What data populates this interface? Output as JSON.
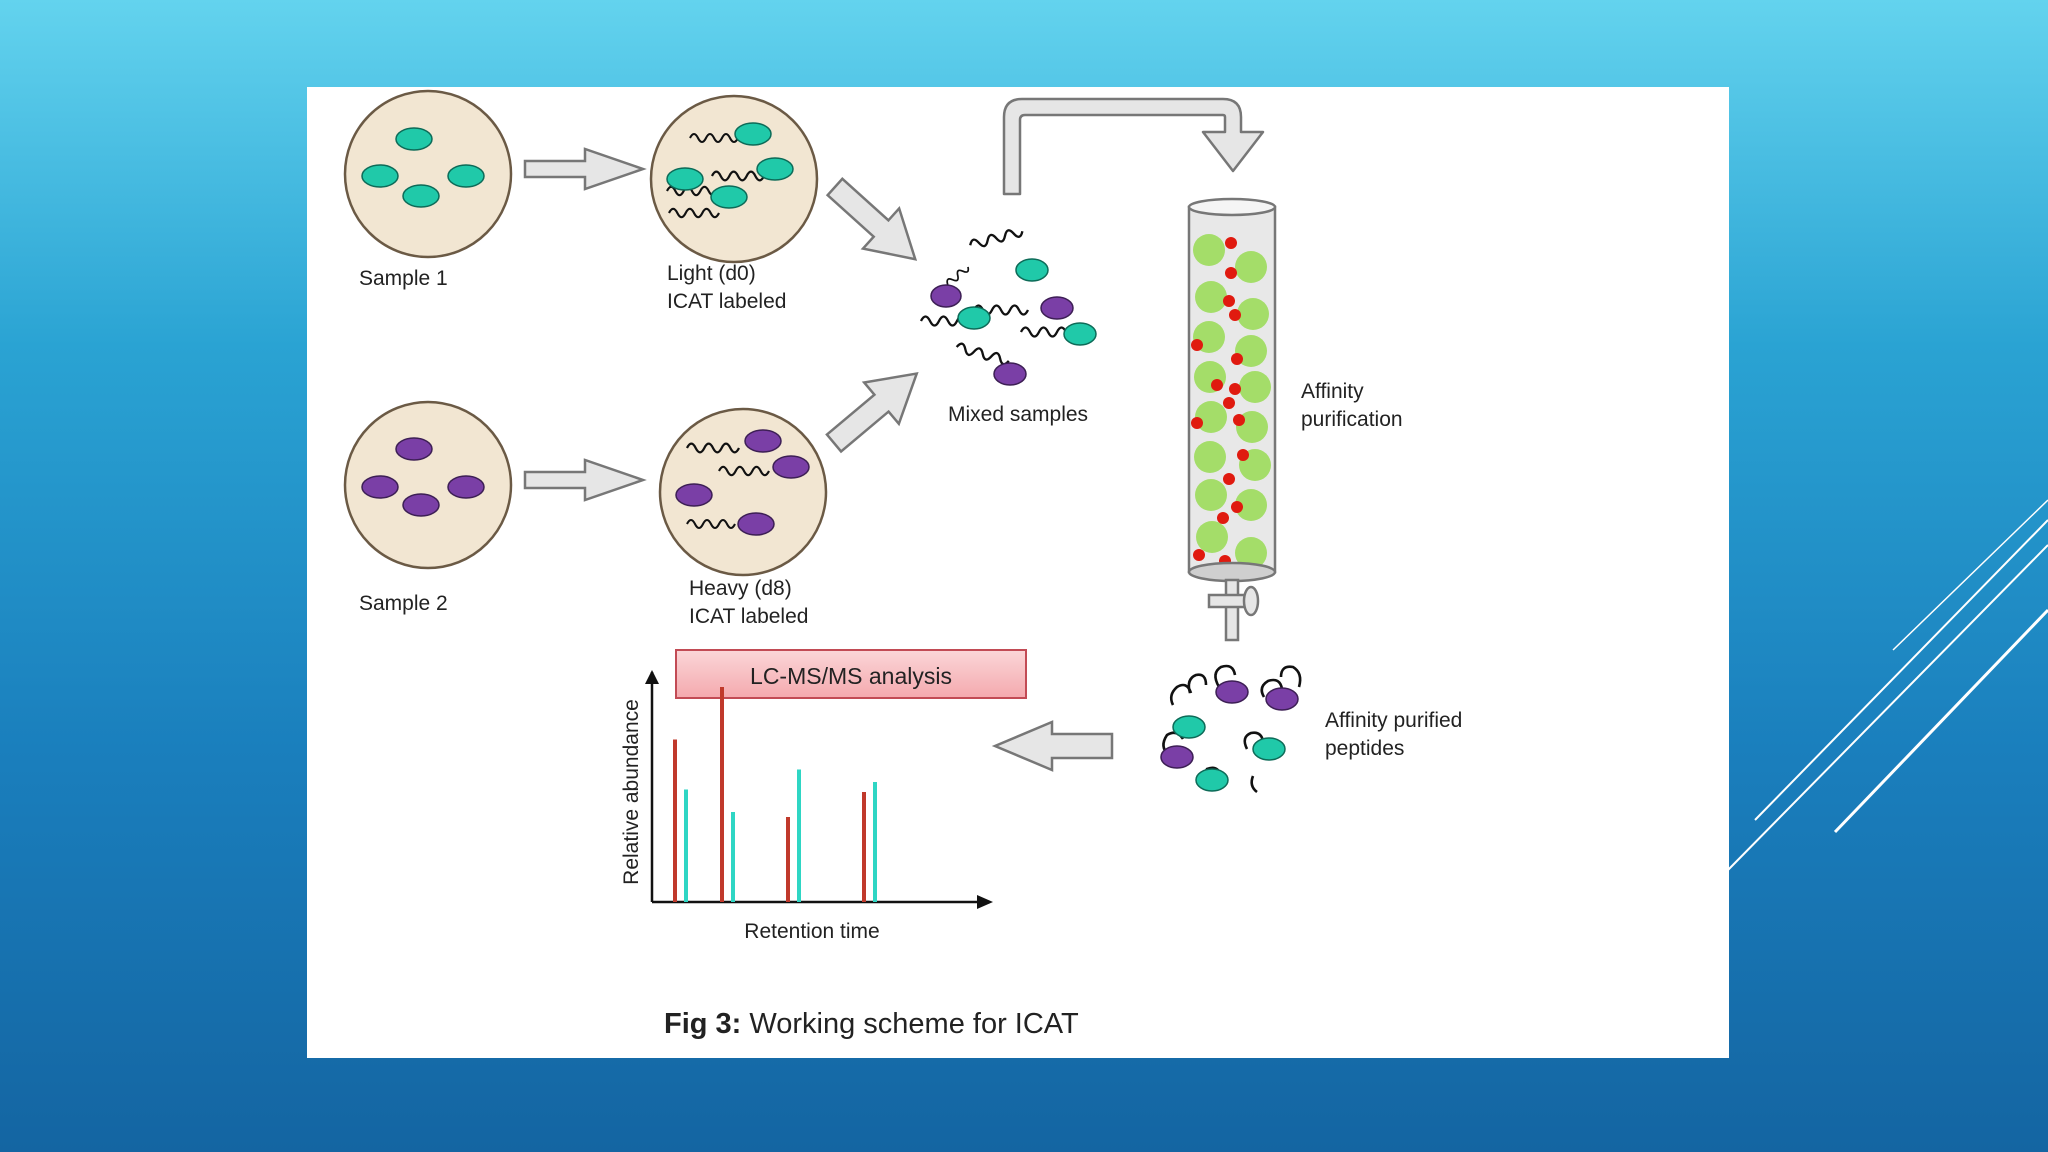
{
  "colors": {
    "background_top": "#63d3ee",
    "background_bottom": "#1465a2",
    "dish_fill": "#f2e6d2",
    "light_label_peptide": "#20c9a9",
    "heavy_label_peptide": "#7a3fa6",
    "bead": "#9ddc5c",
    "tag": "#e01a0f",
    "analysis_box": "#f8c3c6",
    "peak_red": "#c0392b",
    "peak_cyan": "#2ed6c4"
  },
  "icons": [
    "arrow-right-icon",
    "curved-arrow-icon",
    "column-icon",
    "peptide-icon",
    "stopcock-icon"
  ],
  "labels": {
    "sample1": "Sample 1",
    "sample2": "Sample 2",
    "light_line1": "Light (d0)",
    "light_line2": "ICAT labeled",
    "heavy_line1": "Heavy (d8)",
    "heavy_line2": "ICAT labeled",
    "mixed": "Mixed samples",
    "affinity_line1": "Affinity",
    "affinity_line2": "purification",
    "purified_line1": "Affinity purified",
    "purified_line2": "peptides",
    "analysis": "LC-MS/MS analysis",
    "xaxis": "Retention time",
    "yaxis": "Relative abundance",
    "caption_bold": "Fig 3:",
    "caption_text": " Working scheme for ICAT"
  },
  "chart_data": {
    "type": "bar",
    "xlabel": "Retention time",
    "ylabel": "Relative abundance",
    "series": [
      {
        "values": [
          0.65,
          0.86,
          0.34,
          0.44
        ]
      },
      {
        "values": [
          0.45,
          0.36,
          0.53,
          0.48
        ]
      }
    ]
  }
}
